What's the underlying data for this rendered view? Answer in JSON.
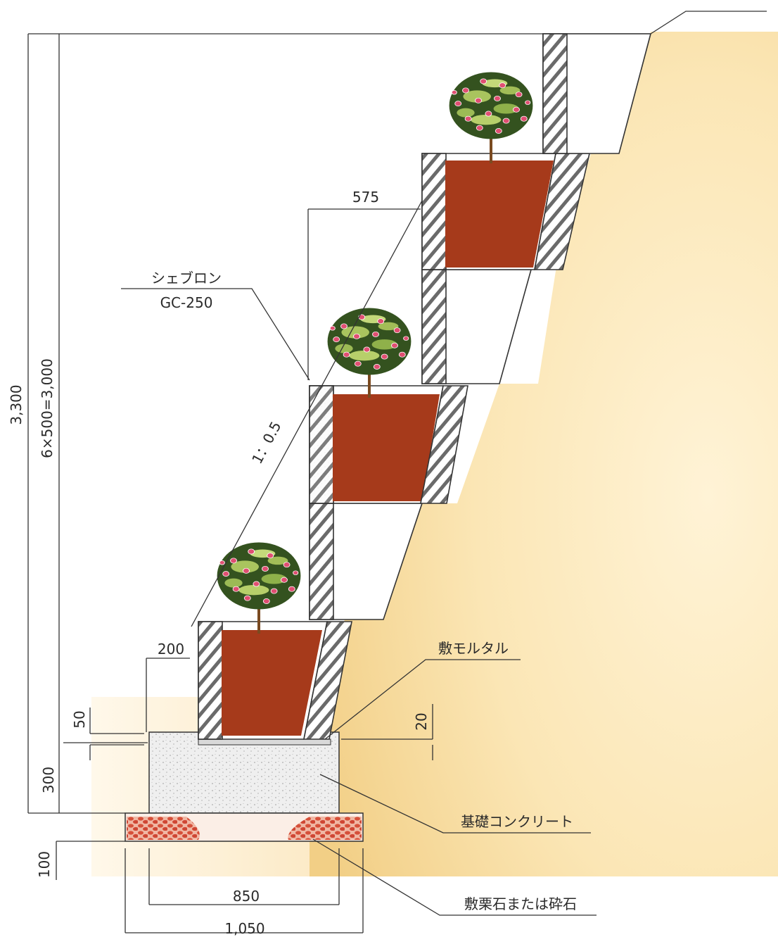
{
  "labels": {
    "chevron_name": "シェブロン",
    "chevron_model": "GC-250",
    "mortar": "敷モルタル",
    "foundation": "基礎コンクリート",
    "gravel": "敷栗石または砕石",
    "slope": "1：0.5"
  },
  "dimensions": {
    "total_height": "3,300",
    "wall_height": "6×500=3,000",
    "foundation_height": "300",
    "gravel_height": "100",
    "mortar_top": "50",
    "mortar_right": "20",
    "block_depth": "200",
    "step_offset": "575",
    "inner_width": "850",
    "outer_width": "1,050"
  },
  "colors": {
    "soil": "#a63a1b",
    "earth_fill": "#f7dfa6",
    "concrete": "#e9e9e9",
    "gravel": "#d8553f",
    "hatch": "#555555",
    "foliage_dark": "#2f4a1f",
    "foliage_light": "#a7c25a",
    "flower": "#d8456a"
  },
  "icons": [
    "shrub-icon"
  ]
}
